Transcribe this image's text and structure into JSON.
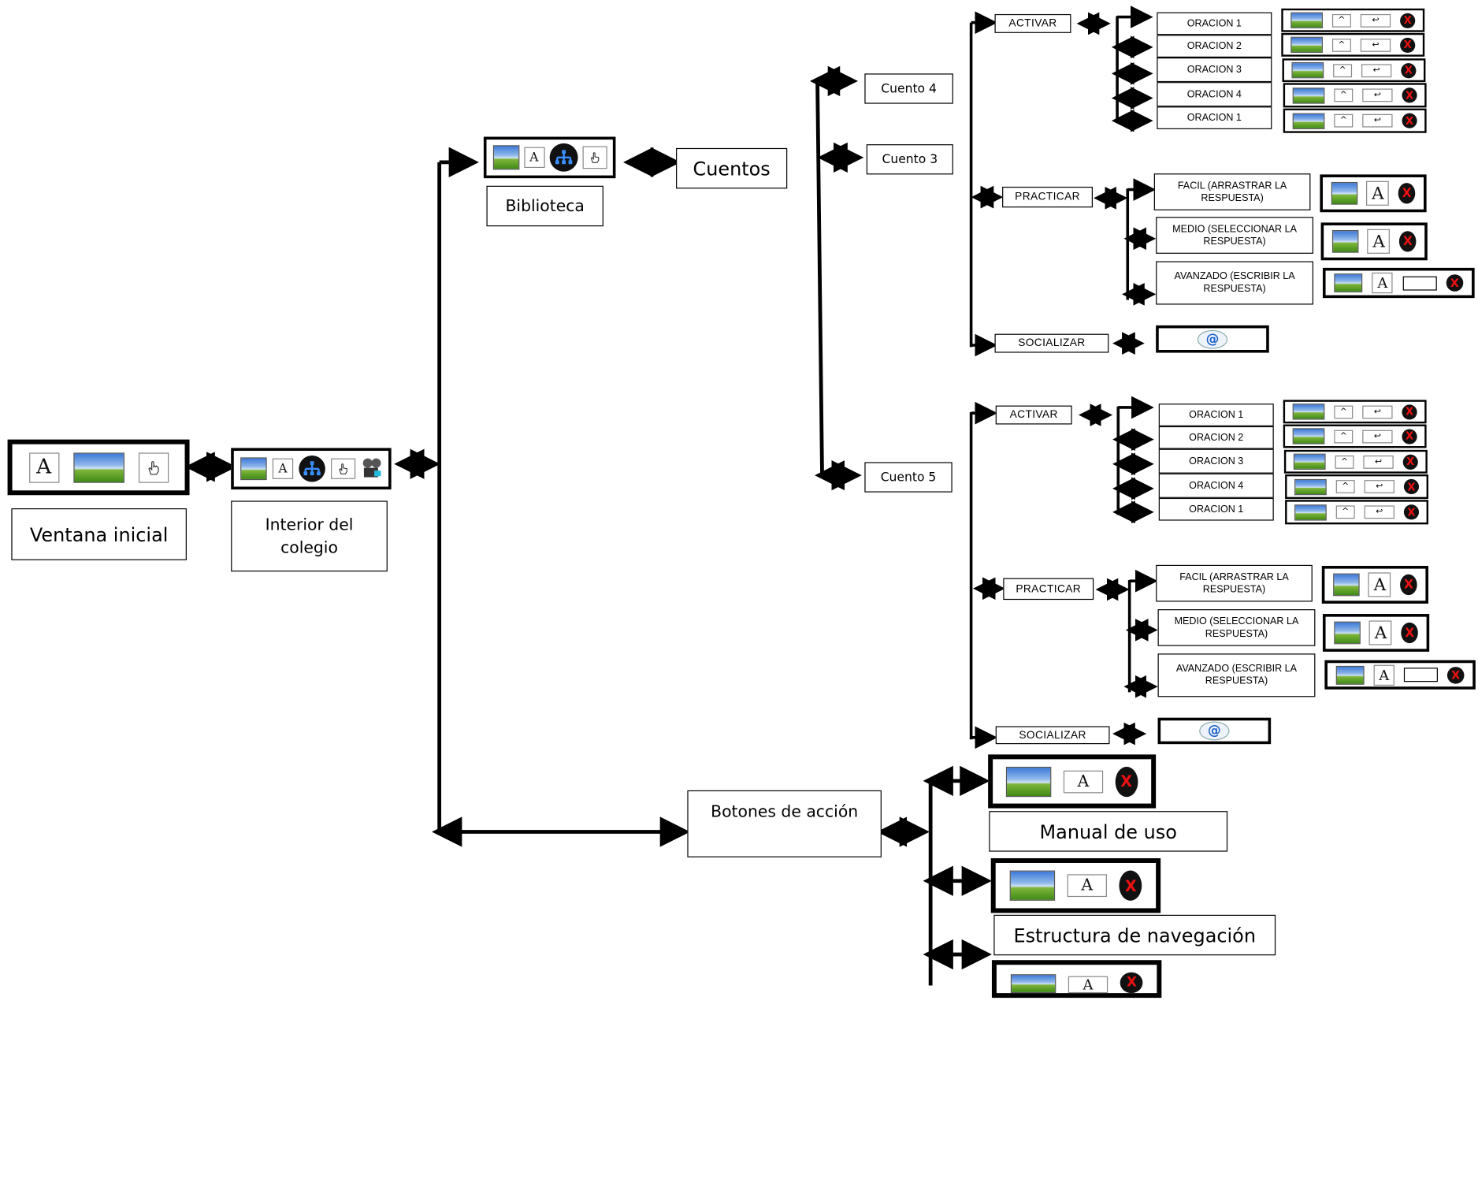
{
  "main": {
    "ventana_inicial": "Ventana inicial",
    "interior_colegio": "Interior del colegio",
    "biblioteca": "Biblioteca",
    "cuentos": "Cuentos",
    "cuento4": "Cuento 4",
    "cuento3": "Cuento 3",
    "cuento5": "Cuento 5",
    "botones_accion": "Botones de acción",
    "manual_uso": "Manual de uso",
    "estructura_navegacion": "Estructura de navegación"
  },
  "branch1": {
    "activar": "ACTIVAR",
    "practicar": "PRACTICAR",
    "socializar": "SOCIALIZAR",
    "oraciones": [
      "ORACION 1",
      "ORACION 2",
      "ORACION 3",
      "ORACION 4",
      "ORACION 1"
    ],
    "facil": "FACIL (ARRASTRAR LA RESPUESTA)",
    "medio": "MEDIO (SELECCIONAR LA RESPUESTA)",
    "avanzado": "AVANZADO (ESCRIBIR LA RESPUESTA)"
  },
  "branch2": {
    "activar": "ACTIVAR",
    "practicar": "PRACTICAR",
    "socializar": "SOCIALIZAR",
    "oraciones": [
      "ORACION 1",
      "ORACION 2",
      "ORACION 3",
      "ORACION 4",
      "ORACION 1"
    ],
    "facil": "FACIL (ARRASTRAR LA RESPUESTA)",
    "medio": "MEDIO (SELECCIONAR LA RESPUESTA)",
    "avanzado": "AVANZADO (ESCRIBIR LA RESPUESTA)"
  },
  "icons": {
    "text": "A",
    "close": "X",
    "email": "@"
  },
  "colors": {
    "line": "#000000",
    "close_icon_fill": "#111111",
    "close_icon_x": "#e01010",
    "email_icon": "#1a5fc8"
  }
}
